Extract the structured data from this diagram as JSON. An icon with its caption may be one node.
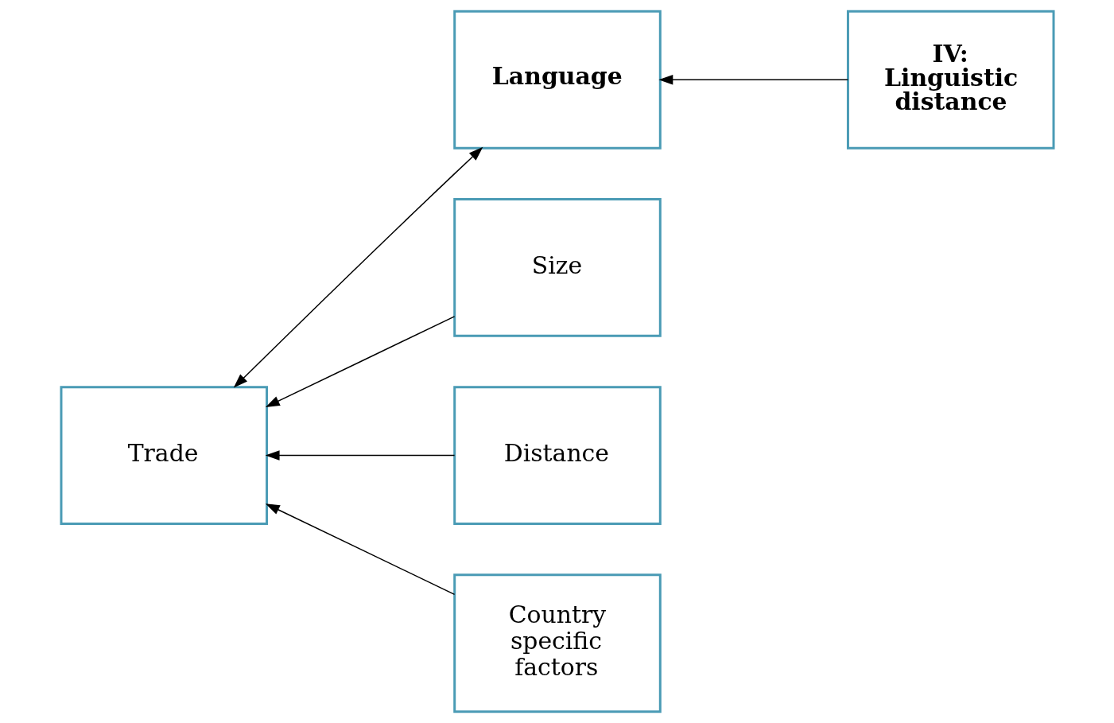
{
  "diagram": {
    "nodes": [
      {
        "text": [
          "Trade"
        ]
      },
      {
        "text": [
          "Size"
        ]
      },
      {
        "text": [
          "Distance"
        ]
      },
      {
        "text": [
          "Country specific factors"
        ]
      },
      {
        "text": [
          "Language"
        ]
      },
      {
        "text": [
          "IV: Linguistic distance"
        ]
      }
    ],
    "edges": [
      {
        "from": 1,
        "to": 0,
        "arrow": "to"
      },
      {
        "from": 2,
        "to": 0,
        "arrow": "to"
      },
      {
        "from": 3,
        "to": 0,
        "arrow": "to"
      },
      {
        "from": 0,
        "to": 4,
        "arrow": "both"
      },
      {
        "from": 5,
        "to": 4,
        "arrow": "to"
      }
    ]
  }
}
